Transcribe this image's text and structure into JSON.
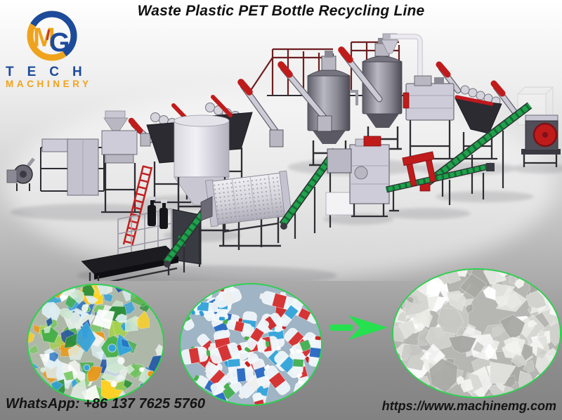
{
  "header": {
    "title": "Waste Plastic PET Bottle Recycling Line"
  },
  "logo": {
    "monogram": {
      "m": "M",
      "g": "G"
    },
    "line1": "TECH",
    "line2": "MACHINERY",
    "colors": {
      "blue": "#1c4b9c",
      "gold": "#efa31d",
      "red_accent": "#c23a2b"
    }
  },
  "illustration": {
    "description": "3D rendered PET bottle washing recycling machinery line",
    "colors": {
      "frame": "#2e2d33",
      "machine_light": "#cfccd9",
      "machine_mid": "#b9b8c2",
      "belt_green": "#21a14c",
      "belt_green_dark": "#0f7034",
      "accent_red": "#c01b1b",
      "railing_maroon": "#6e1f22",
      "funnel_dark": "#2c2b31"
    }
  },
  "photos": {
    "border_color": "#2bd24e",
    "items": [
      {
        "id": "crushed-mixed-bottles",
        "type": "shards",
        "caps": true,
        "base": "#aeb8a8",
        "palette": [
          "#ffffff",
          "#e4efe6",
          "#49b04a",
          "#2e8f3a",
          "#a5d24b",
          "#1f6fc0",
          "#35a3dc",
          "#ffd21f",
          "#e89a1c",
          "#dff0f6",
          "#79c765",
          "#f3f6f2",
          "#2456a8",
          "#cfe8d2"
        ]
      },
      {
        "id": "whole-pet-bottles",
        "type": "bottles",
        "base": "#9fb4c4",
        "labels": [
          "#d42525",
          "#cc2020",
          "#1f63c0",
          "#2a9fd8",
          "#efefef",
          "#3cab4a",
          "#d42525"
        ],
        "caps": [
          "#2a9fd8",
          "#eeeeee",
          "#cc2020",
          "#49b04a",
          "#ffffff"
        ]
      },
      {
        "id": "clean-pet-flakes",
        "type": "flakes",
        "base": "#b6b6b2",
        "palette": [
          "#ebebe7",
          "#f5f5f2",
          "#e0e0dc",
          "#d2d2ce",
          "#c8c8c4",
          "#ffffff",
          "#a8a8a4"
        ]
      }
    ]
  },
  "arrow": {
    "color": "#25e04f"
  },
  "footer": {
    "whatsapp": "WhatsApp: +86 137 7625 5760",
    "website": "https://www.machinemg.com"
  }
}
